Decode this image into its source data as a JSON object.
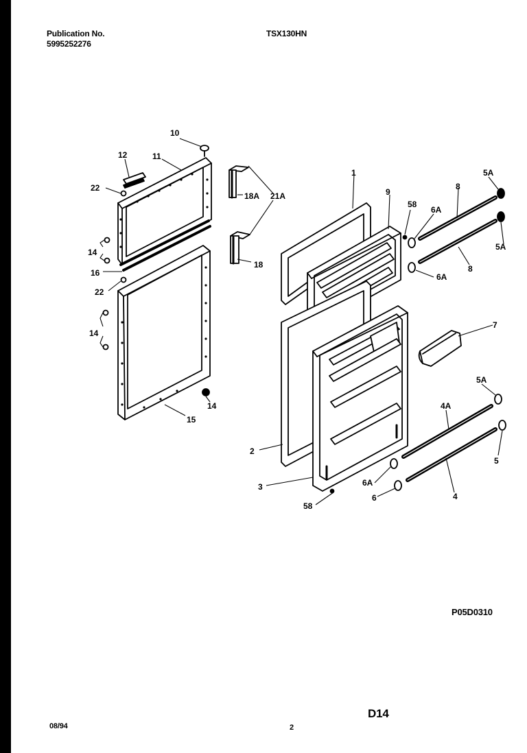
{
  "header": {
    "publication_label": "Publication No.",
    "publication_number": "5995252276",
    "model": "TSX130HN"
  },
  "footer": {
    "date": "08/94",
    "page": "2",
    "section": "D14",
    "diagram_code": "P05D0310"
  },
  "callouts": {
    "c1": "1",
    "c2": "2",
    "c3": "3",
    "c4": "4",
    "c4a": "4A",
    "c5": "5",
    "c5a_top": "5A",
    "c5a_mid": "5A",
    "c5a_low": "5A",
    "c6": "6",
    "c6a_top": "6A",
    "c6a_mid": "6A",
    "c6a_low": "6A",
    "c7": "7",
    "c8_top": "8",
    "c8_low": "8",
    "c9": "9",
    "c10": "10",
    "c11": "11",
    "c12": "12",
    "c14_top": "14",
    "c14_mid": "14",
    "c14_low": "14",
    "c15": "15",
    "c16": "16",
    "c18": "18",
    "c18a": "18A",
    "c21a": "21A",
    "c22_top": "22",
    "c22_low": "22",
    "c58_top": "58",
    "c58_low": "58"
  }
}
